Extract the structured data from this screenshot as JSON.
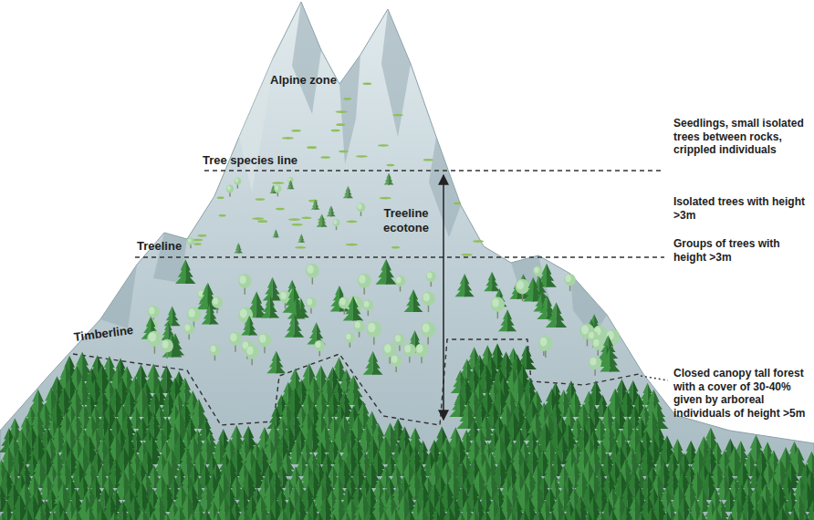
{
  "diagram": {
    "labels": [
      "Alpine zone",
      "Tree species line",
      "Treeline",
      "Treeline ecotone",
      "Timberline",
      "Seedlings, small isolated trees between rocks, crippled individuals",
      "Isolated trees with height >3m",
      "Groups of trees with height >3m",
      "Closed canopy tall forest with a cover of 30-40% given by arboreal individuals of height >5m"
    ]
  }
}
